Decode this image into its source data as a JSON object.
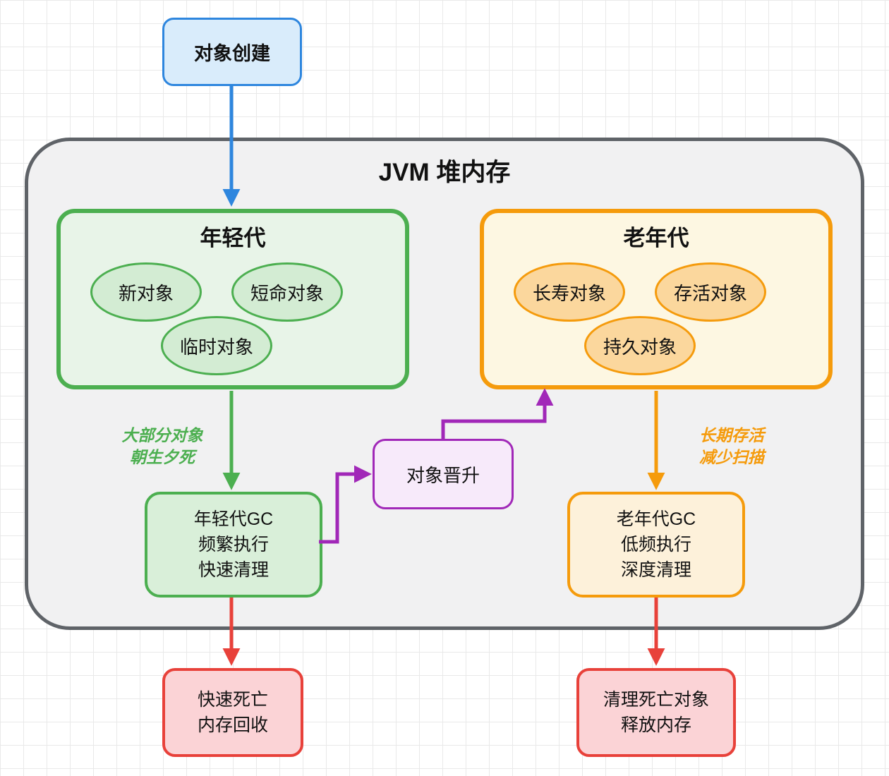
{
  "diagram": {
    "heap_title": "JVM 堆内存",
    "nodes": {
      "object_creation": {
        "label": "对象创建"
      },
      "young_gen": {
        "title": "年轻代",
        "objects": [
          "新对象",
          "短命对象",
          "临时对象"
        ]
      },
      "old_gen": {
        "title": "老年代",
        "objects": [
          "长寿对象",
          "存活对象",
          "持久对象"
        ]
      },
      "young_gc": {
        "lines": [
          "年轻代GC",
          "频繁执行",
          "快速清理"
        ]
      },
      "old_gc": {
        "lines": [
          "老年代GC",
          "低频执行",
          "深度清理"
        ]
      },
      "promotion": {
        "label": "对象晋升"
      },
      "young_death": {
        "lines": [
          "快速死亡",
          "内存回收"
        ]
      },
      "old_death": {
        "lines": [
          "清理死亡对象",
          "释放内存"
        ]
      }
    },
    "edge_labels": {
      "young": {
        "lines": [
          "大部分对象",
          "朝生夕死"
        ]
      },
      "old": {
        "lines": [
          "长期存活",
          "减少扫描"
        ]
      }
    },
    "colors": {
      "blue": "#2e86de",
      "blue_fill": "#d9ecfb",
      "green": "#4caf50",
      "green_box_fill": "#e8f4e8",
      "green_ellipse_fill": "#d3ecd3",
      "orange": "#f59b0c",
      "orange_box_fill": "#fdf7e2",
      "orange_ellipse_fill": "#fbd79d",
      "purple": "#a128b8",
      "purple_fill": "#f7eafa",
      "red": "#e8413a",
      "red_fill": "#fbd3d6",
      "container_border": "#5f6368",
      "container_fill": "#f1f1f2",
      "text": "#111111"
    }
  }
}
